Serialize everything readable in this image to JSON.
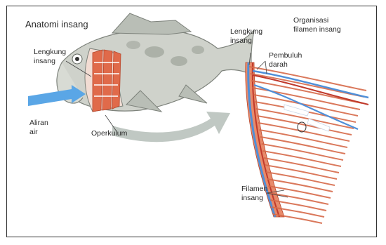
{
  "title": "Anatomi insang",
  "labels": {
    "lengkung_fish": [
      "Lengkung",
      "insang"
    ],
    "aliran_air": [
      "Aliran",
      "air"
    ],
    "operkulum": "Operkulum",
    "organisasi": [
      "Organisasi",
      "filamen insang"
    ],
    "lengkung_detail": [
      "Lengkung",
      "insang"
    ],
    "pembuluh": [
      "Pembuluh",
      "darah"
    ],
    "filamen": [
      "Filamen",
      "insang"
    ]
  },
  "colors": {
    "gill_red": "#e06a4a",
    "filament": "#e88a6a",
    "vessel_blue": "#4f8fd8",
    "water_blue": "#5aa6e6",
    "fish_body": "#c8cbc4",
    "arrow_gray": "#b9c2bc"
  }
}
